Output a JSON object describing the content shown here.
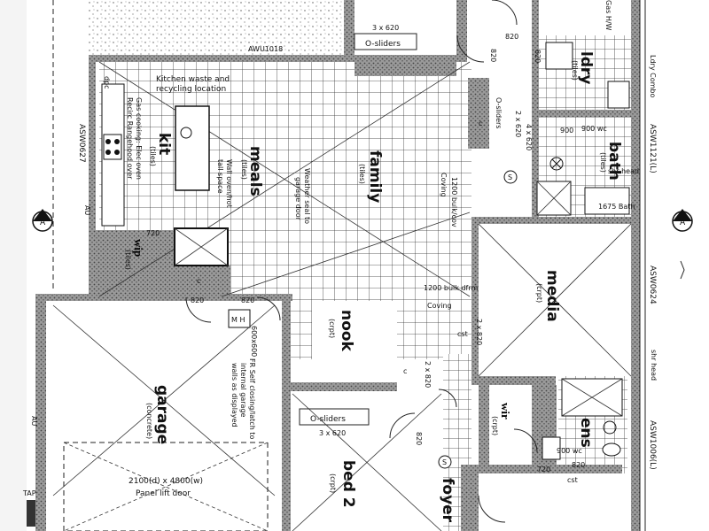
{
  "rooms": {
    "kitchen": "kit",
    "kitchen_sub": "(tiles)",
    "meals": "meals",
    "meals_sub": "(tiles)",
    "family": "family",
    "family_sub": "(tiles)",
    "garage": "garage",
    "garage_sub": "(concrete)",
    "media": "media",
    "media_sub": "(crpt)",
    "nook": "nook",
    "nook_sub": "(crpt)",
    "bed2": "bed 2",
    "bed2_sub": "(crpt)",
    "foyer": "foyer",
    "bath": "bath",
    "bath_sub": "(tiles)",
    "ldry": "ldry",
    "ldry_sub": "(tiles)",
    "ens": "ens",
    "wip": "wip",
    "wip_sub": "(tiles)",
    "wir": "wir",
    "wir_sub": "(crpt)"
  },
  "notes": {
    "kitchen_waste": "Kitchen waste and",
    "recycling": "recycling location",
    "gas_cooking": "Gas cooking: Elec oven",
    "rangehood": "Recirc Rangehood over",
    "wall_oven": "Wall oven/hot",
    "oven_tr": "tall space",
    "weather_seal": "Weather seal to",
    "garage_door": "garage door",
    "fr_note1": "FR Self closing/latch to",
    "fr_note2": "internal garage",
    "fr_note3": "walls as displayed",
    "panel_lift1": "2100(d) x 4800(w)",
    "panel_lift2": "Panel lift door",
    "mh": "M H",
    "slab": "600x600",
    "shower": "1675 Bath",
    "wc": "900 wc",
    "ensuite_wc": "900 wc",
    "shower_head": "shr head",
    "shower_head_2": "shr head",
    "ldry_combo": "Ldry Combo",
    "gas_hw": "Gas H/W",
    "c": "c",
    "bulkhead": "1200 bulk dfrm",
    "coving": "Coving",
    "coving2": "1200 bulk/cov",
    "coving3": "Coving",
    "cst": "cst",
    "cst2": "cst",
    "tap": "TAP",
    "au1": "AU",
    "au2": "AU",
    "a": "A",
    "a2": "A"
  },
  "dims": {
    "d720a": "720",
    "d720b": "720",
    "d820a": "820",
    "d820b": "820",
    "d820c": "820",
    "d820d": "820",
    "d820e": "820",
    "d820f": "820",
    "d820g": "820",
    "d3x620": "3 x 620",
    "d3x620b": "3 x 620",
    "d2x820": "2 x 820",
    "d2x620": "2 x 620",
    "d2x820b": "2 x 820",
    "d4x620": "4 x 620",
    "d900": "900"
  },
  "windows": {
    "o_sliders": "O-sliders",
    "o_sliders2": "O-sliders",
    "o_slider3": "O-sliders",
    "asw0627": "ASW0627",
    "asw1121": "ASW1121(L)",
    "asw0624": "ASW0624",
    "asw1006": "ASW1006(L)",
    "awning": "AWU1018"
  },
  "misc": {
    "s": "S",
    "s2": "S",
    "dpc": "dpc"
  }
}
